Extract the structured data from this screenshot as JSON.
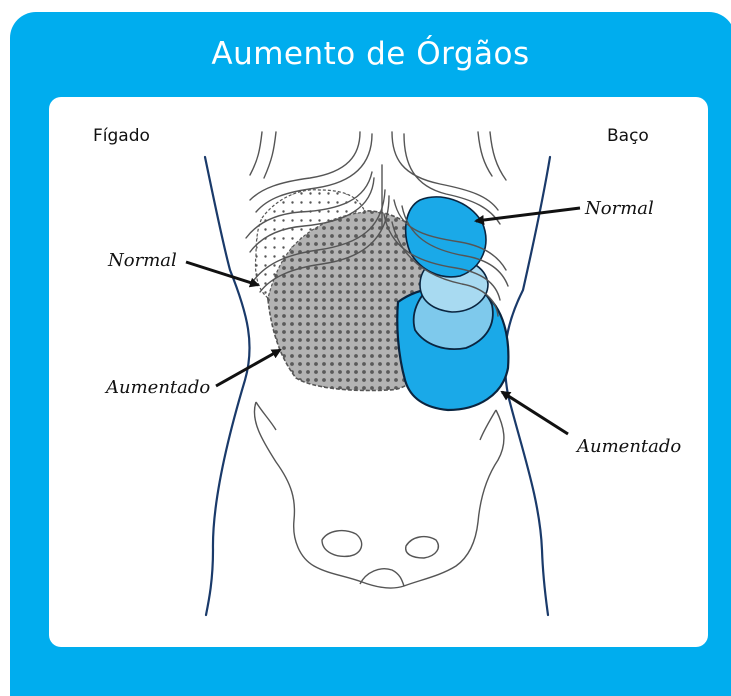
{
  "title": "Aumento de Órgãos",
  "labels": {
    "liver": "Fígado",
    "spleen": "Baço",
    "liver_normal": "Normal",
    "liver_enlarged": "Aumentado",
    "spleen_normal": "Normal",
    "spleen_enlarged": "Aumentado"
  },
  "colors": {
    "frame": "#00adee",
    "spleen_normal": "#1aa9e8",
    "spleen_enlarged": "#1aa9e8",
    "liver_enlarged": "#9b9b9b"
  }
}
